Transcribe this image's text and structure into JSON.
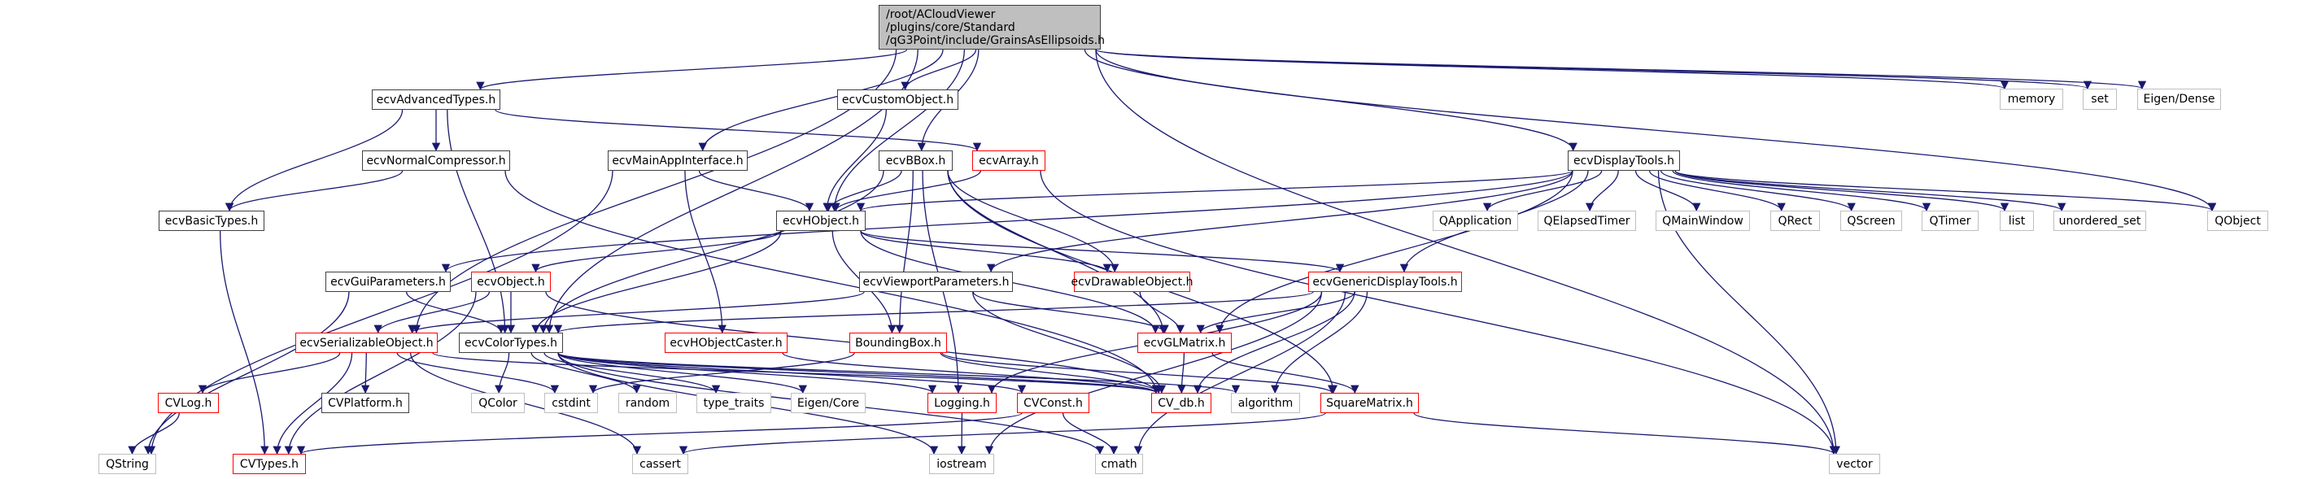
{
  "diagram": {
    "title": "Include dependency graph for GrainsAsEllipsoids.h",
    "colors": {
      "edge": "#191970",
      "documented_border": "#404040",
      "undocumented_border": "#ff0000",
      "external_border": "#bfbfbf",
      "root_fill": "#bfbfbf"
    },
    "root": {
      "id": "root",
      "label_lines": [
        "/root/ACloudViewer",
        "/plugins/core/Standard",
        "/qG3Point/include/GrainsAsEllipsoids.h"
      ]
    },
    "nodes": [
      {
        "id": "ecvAdvancedTypes",
        "label": "ecvAdvancedTypes.h",
        "kind": "doc"
      },
      {
        "id": "ecvCustomObject",
        "label": "ecvCustomObject.h",
        "kind": "doc"
      },
      {
        "id": "ecvNormalCompressor",
        "label": "ecvNormalCompressor.h",
        "kind": "doc"
      },
      {
        "id": "ecvMainAppInterface",
        "label": "ecvMainAppInterface.h",
        "kind": "doc"
      },
      {
        "id": "ecvBBox",
        "label": "ecvBBox.h",
        "kind": "doc"
      },
      {
        "id": "ecvArray",
        "label": "ecvArray.h",
        "kind": "red"
      },
      {
        "id": "ecvDisplayTools",
        "label": "ecvDisplayTools.h",
        "kind": "doc"
      },
      {
        "id": "ecvBasicTypes",
        "label": "ecvBasicTypes.h",
        "kind": "doc"
      },
      {
        "id": "ecvHObject",
        "label": "ecvHObject.h",
        "kind": "doc"
      },
      {
        "id": "ecvGuiParameters",
        "label": "ecvGuiParameters.h",
        "kind": "doc"
      },
      {
        "id": "ecvObject",
        "label": "ecvObject.h",
        "kind": "red"
      },
      {
        "id": "ecvViewportParameters",
        "label": "ecvViewportParameters.h",
        "kind": "doc"
      },
      {
        "id": "ecvDrawableObject",
        "label": "ecvDrawableObject.h",
        "kind": "red"
      },
      {
        "id": "ecvGenericDisplayTools",
        "label": "ecvGenericDisplayTools.h",
        "kind": "red"
      },
      {
        "id": "ecvSerializableObject",
        "label": "ecvSerializableObject.h",
        "kind": "red"
      },
      {
        "id": "ecvColorTypes",
        "label": "ecvColorTypes.h",
        "kind": "doc"
      },
      {
        "id": "ecvHObjectCaster",
        "label": "ecvHObjectCaster.h",
        "kind": "red"
      },
      {
        "id": "BoundingBox",
        "label": "BoundingBox.h",
        "kind": "red"
      },
      {
        "id": "ecvGLMatrix",
        "label": "ecvGLMatrix.h",
        "kind": "red"
      },
      {
        "id": "CVLog",
        "label": "CVLog.h",
        "kind": "red"
      },
      {
        "id": "CVPlatform",
        "label": "CVPlatform.h",
        "kind": "doc"
      },
      {
        "id": "QColor",
        "label": "QColor",
        "kind": "ext"
      },
      {
        "id": "cstdint",
        "label": "cstdint",
        "kind": "ext"
      },
      {
        "id": "random",
        "label": "random",
        "kind": "ext"
      },
      {
        "id": "type_traits",
        "label": "type_traits",
        "kind": "ext"
      },
      {
        "id": "EigenCore",
        "label": "Eigen/Core",
        "kind": "ext"
      },
      {
        "id": "Logging",
        "label": "Logging.h",
        "kind": "red"
      },
      {
        "id": "CVConst",
        "label": "CVConst.h",
        "kind": "red"
      },
      {
        "id": "CV_db",
        "label": "CV_db.h",
        "kind": "red"
      },
      {
        "id": "algorithm",
        "label": "algorithm",
        "kind": "ext"
      },
      {
        "id": "SquareMatrix",
        "label": "SquareMatrix.h",
        "kind": "red"
      },
      {
        "id": "QString",
        "label": "QString",
        "kind": "ext"
      },
      {
        "id": "CVTypes",
        "label": "CVTypes.h",
        "kind": "red"
      },
      {
        "id": "cassert",
        "label": "cassert",
        "kind": "ext"
      },
      {
        "id": "iostream",
        "label": "iostream",
        "kind": "ext"
      },
      {
        "id": "cmath",
        "label": "cmath",
        "kind": "ext"
      },
      {
        "id": "vector",
        "label": "vector",
        "kind": "ext"
      },
      {
        "id": "QApplication",
        "label": "QApplication",
        "kind": "ext"
      },
      {
        "id": "QElapsedTimer",
        "label": "QElapsedTimer",
        "kind": "ext"
      },
      {
        "id": "QMainWindow",
        "label": "QMainWindow",
        "kind": "ext"
      },
      {
        "id": "QRect",
        "label": "QRect",
        "kind": "ext"
      },
      {
        "id": "QScreen",
        "label": "QScreen",
        "kind": "ext"
      },
      {
        "id": "QTimer",
        "label": "QTimer",
        "kind": "ext"
      },
      {
        "id": "list",
        "label": "list",
        "kind": "ext"
      },
      {
        "id": "unordered_set",
        "label": "unordered_set",
        "kind": "ext"
      },
      {
        "id": "QObject",
        "label": "QObject",
        "kind": "ext"
      },
      {
        "id": "memory",
        "label": "memory",
        "kind": "ext"
      },
      {
        "id": "set",
        "label": "set",
        "kind": "ext"
      },
      {
        "id": "EigenDense",
        "label": "Eigen/Dense",
        "kind": "ext"
      }
    ],
    "edges": [
      [
        "root",
        "ecvAdvancedTypes"
      ],
      [
        "root",
        "ecvCustomObject"
      ],
      [
        "root",
        "ecvMainAppInterface"
      ],
      [
        "root",
        "ecvBBox"
      ],
      [
        "root",
        "ecvHObject"
      ],
      [
        "root",
        "ecvDisplayTools"
      ],
      [
        "root",
        "ecvSerializableObject"
      ],
      [
        "root",
        "ecvColorTypes"
      ],
      [
        "root",
        "QObject"
      ],
      [
        "root",
        "memory"
      ],
      [
        "root",
        "set"
      ],
      [
        "root",
        "EigenDense"
      ],
      [
        "root",
        "vector"
      ],
      [
        "ecvAdvancedTypes",
        "ecvNormalCompressor"
      ],
      [
        "ecvAdvancedTypes",
        "ecvBasicTypes"
      ],
      [
        "ecvAdvancedTypes",
        "ecvArray"
      ],
      [
        "ecvAdvancedTypes",
        "ecvColorTypes"
      ],
      [
        "ecvNormalCompressor",
        "ecvBasicTypes"
      ],
      [
        "ecvNormalCompressor",
        "CV_db"
      ],
      [
        "ecvBasicTypes",
        "CVTypes"
      ],
      [
        "ecvCustomObject",
        "ecvHObject"
      ],
      [
        "ecvMainAppInterface",
        "ecvHObject"
      ],
      [
        "ecvMainAppInterface",
        "ecvHObjectCaster"
      ],
      [
        "ecvMainAppInterface",
        "QString"
      ],
      [
        "ecvBBox",
        "ecvHObject"
      ],
      [
        "ecvBBox",
        "BoundingBox"
      ],
      [
        "ecvBBox",
        "ecvDrawableObject"
      ],
      [
        "ecvBBox",
        "ecvGLMatrix"
      ],
      [
        "ecvBBox",
        "ecvColorTypes"
      ],
      [
        "ecvBBox",
        "Logging"
      ],
      [
        "ecvBBox",
        "SquareMatrix"
      ],
      [
        "ecvArray",
        "ecvHObject"
      ],
      [
        "ecvArray",
        "vector"
      ],
      [
        "ecvDisplayTools",
        "ecvHObject"
      ],
      [
        "ecvDisplayTools",
        "ecvGuiParameters"
      ],
      [
        "ecvDisplayTools",
        "ecvViewportParameters"
      ],
      [
        "ecvDisplayTools",
        "ecvGenericDisplayTools"
      ],
      [
        "ecvDisplayTools",
        "ecvGLMatrix"
      ],
      [
        "ecvDisplayTools",
        "QApplication"
      ],
      [
        "ecvDisplayTools",
        "QElapsedTimer"
      ],
      [
        "ecvDisplayTools",
        "QMainWindow"
      ],
      [
        "ecvDisplayTools",
        "QRect"
      ],
      [
        "ecvDisplayTools",
        "QScreen"
      ],
      [
        "ecvDisplayTools",
        "QTimer"
      ],
      [
        "ecvDisplayTools",
        "list"
      ],
      [
        "ecvDisplayTools",
        "unordered_set"
      ],
      [
        "ecvDisplayTools",
        "QObject"
      ],
      [
        "ecvDisplayTools",
        "vector"
      ],
      [
        "ecvHObject",
        "ecvObject"
      ],
      [
        "ecvHObject",
        "ecvDrawableObject"
      ],
      [
        "ecvHObject",
        "BoundingBox"
      ],
      [
        "ecvHObject",
        "ecvGLMatrix"
      ],
      [
        "ecvHObject",
        "ecvGenericDisplayTools"
      ],
      [
        "ecvHObject",
        "ecvColorTypes"
      ],
      [
        "ecvGuiParameters",
        "ecvColorTypes"
      ],
      [
        "ecvGuiParameters",
        "QString"
      ],
      [
        "ecvObject",
        "ecvSerializableObject"
      ],
      [
        "ecvObject",
        "ecvColorTypes"
      ],
      [
        "ecvObject",
        "CVTypes"
      ],
      [
        "ecvObject",
        "CV_db"
      ],
      [
        "ecvViewportParameters",
        "ecvGLMatrix"
      ],
      [
        "ecvViewportParameters",
        "CV_db"
      ],
      [
        "ecvViewportParameters",
        "ecvSerializableObject"
      ],
      [
        "ecvDrawableObject",
        "ecvGLMatrix"
      ],
      [
        "ecvGenericDisplayTools",
        "ecvGLMatrix"
      ],
      [
        "ecvGenericDisplayTools",
        "CV_db"
      ],
      [
        "ecvGenericDisplayTools",
        "algorithm"
      ],
      [
        "ecvGenericDisplayTools",
        "Logging"
      ],
      [
        "ecvGenericDisplayTools",
        "iostream"
      ],
      [
        "ecvGenericDisplayTools",
        "cmath"
      ],
      [
        "ecvGenericDisplayTools",
        "ecvColorTypes"
      ],
      [
        "ecvSerializableObject",
        "CVLog"
      ],
      [
        "ecvSerializableObject",
        "CVPlatform"
      ],
      [
        "ecvSerializableObject",
        "CVTypes"
      ],
      [
        "ecvSerializableObject",
        "cstdint"
      ],
      [
        "ecvSerializableObject",
        "cassert"
      ],
      [
        "ecvSerializableObject",
        "CV_db"
      ],
      [
        "ecvColorTypes",
        "QColor"
      ],
      [
        "ecvColorTypes",
        "random"
      ],
      [
        "ecvColorTypes",
        "type_traits"
      ],
      [
        "ecvColorTypes",
        "EigenCore"
      ],
      [
        "ecvColorTypes",
        "Logging"
      ],
      [
        "ecvColorTypes",
        "CVConst"
      ],
      [
        "ecvColorTypes",
        "CV_db"
      ],
      [
        "ecvColorTypes",
        "algorithm"
      ],
      [
        "ecvColorTypes",
        "iostream"
      ],
      [
        "ecvColorTypes",
        "cmath"
      ],
      [
        "ecvHObjectCaster",
        "CV_db"
      ],
      [
        "BoundingBox",
        "cstdint"
      ],
      [
        "BoundingBox",
        "CV_db"
      ],
      [
        "BoundingBox",
        "SquareMatrix"
      ],
      [
        "ecvGLMatrix",
        "CV_db"
      ],
      [
        "ecvGLMatrix",
        "SquareMatrix"
      ],
      [
        "CVLog",
        "QString"
      ],
      [
        "Logging",
        "iostream"
      ],
      [
        "CVConst",
        "cmath"
      ],
      [
        "CVConst",
        "CVTypes"
      ],
      [
        "SquareMatrix",
        "cassert"
      ],
      [
        "SquareMatrix",
        "vector"
      ]
    ]
  }
}
